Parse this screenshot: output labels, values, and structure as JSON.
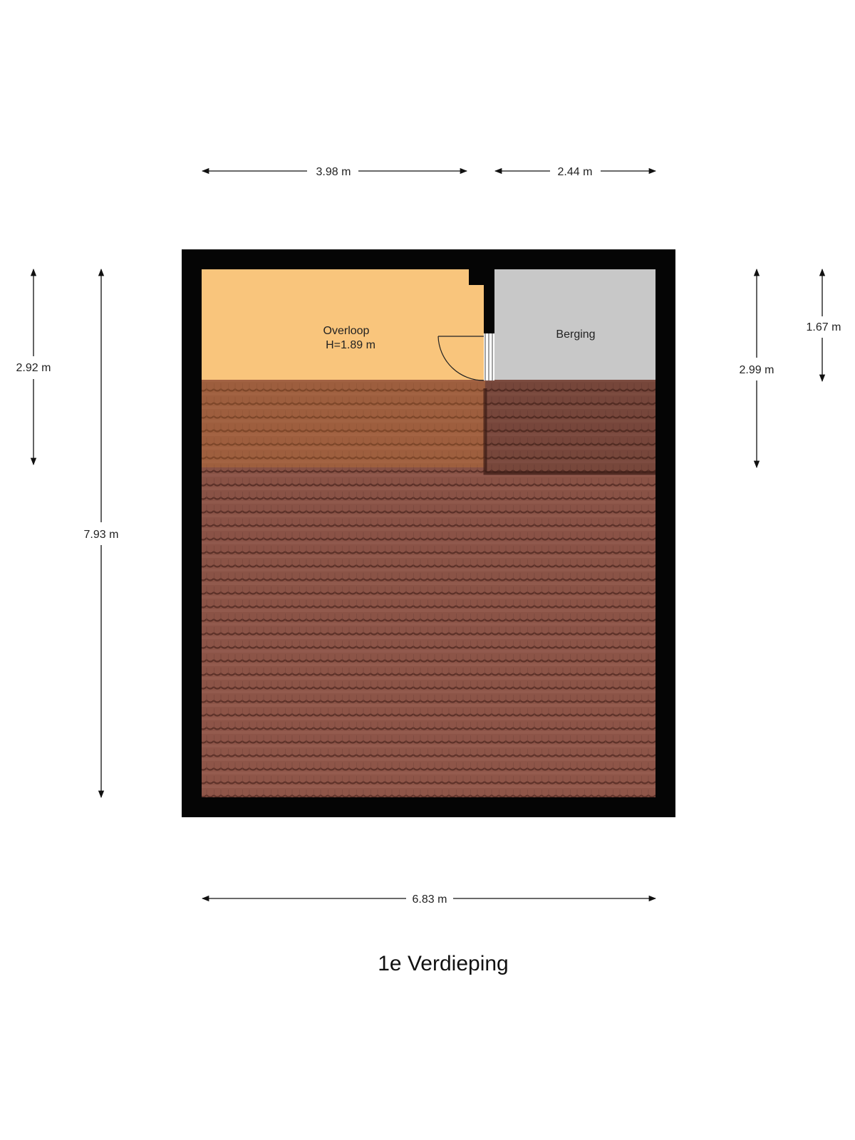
{
  "plan": {
    "title": "1e Verdieping",
    "rooms": {
      "overloop": {
        "name": "Overloop",
        "height_label": "H=1.89 m"
      },
      "berging": {
        "name": "Berging"
      }
    },
    "dimensions": {
      "top_left": "3.98 m",
      "top_right": "2.44 m",
      "bottom": "6.83 m",
      "left_outer": "2.92 m",
      "left_inner": "7.93 m",
      "right_inner": "2.99 m",
      "right_outer": "1.67 m"
    }
  },
  "colors": {
    "wall": "#050505",
    "overloop_floor": "#f9c57c",
    "berging_floor": "#c9c9c9",
    "roof_tile": "#8c5449",
    "roof_shadow": "#5a3129",
    "dimension_line": "#111111"
  },
  "icons": {
    "dimension_arrow": "dimension-arrow-icon",
    "door": "door-swing-icon",
    "roof_pattern": "roof-tiles-pattern"
  }
}
